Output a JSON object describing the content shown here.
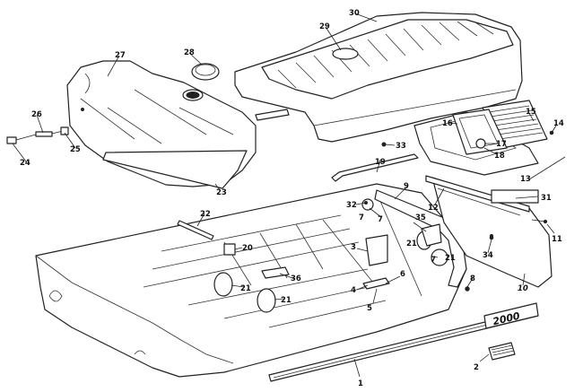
{
  "diagram": {
    "callouts": [
      "1",
      "2",
      "3",
      "4",
      "5",
      "6",
      "7",
      "7",
      "7",
      "8",
      "9",
      "10",
      "11",
      "12",
      "13",
      "14",
      "15",
      "16",
      "17",
      "18",
      "19",
      "20",
      "21",
      "21",
      "21",
      "21",
      "22",
      "23",
      "24",
      "25",
      "26",
      "27",
      "28",
      "29",
      "30",
      "31",
      "32",
      "33",
      "34",
      "35",
      "36"
    ],
    "emblem_text": "2000"
  }
}
